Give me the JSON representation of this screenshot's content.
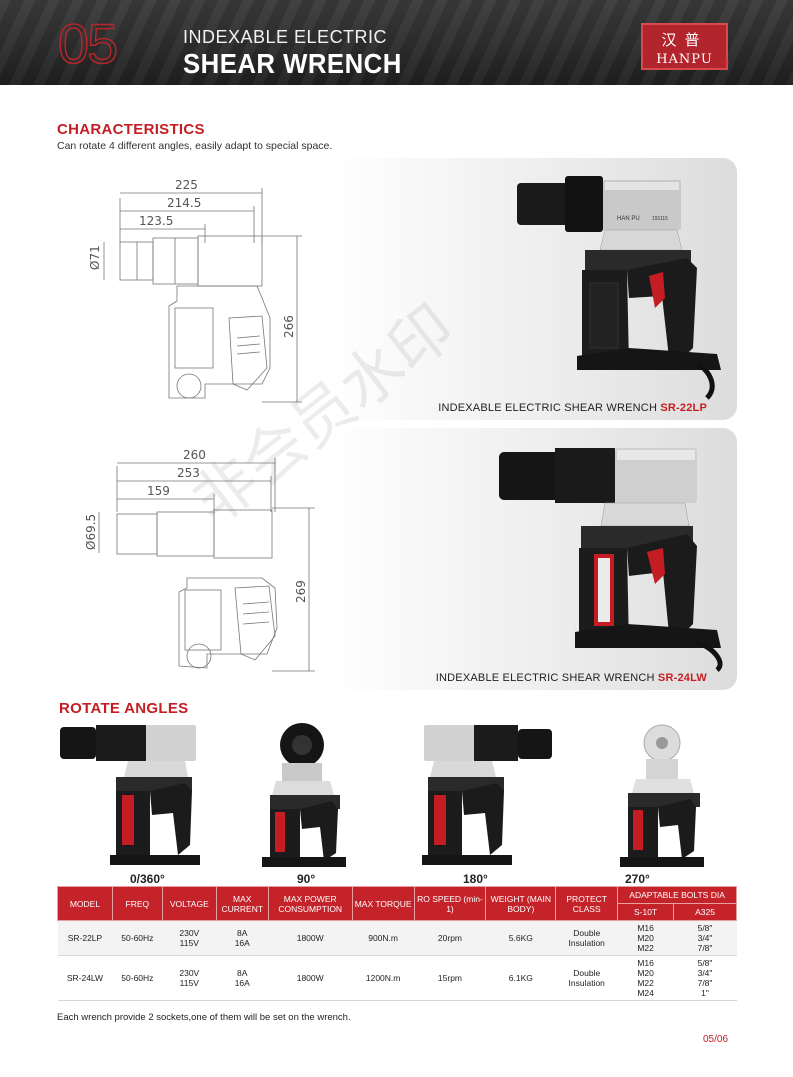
{
  "header": {
    "page_number": "05",
    "title_line1": "INDEXABLE ELECTRIC",
    "title_line2": "SHEAR WRENCH",
    "logo_cn": "汉普",
    "logo_en": "HANPU",
    "logo_reg": "®"
  },
  "characteristics": {
    "title": "CHARACTERISTICS",
    "description": "Can rotate 4 different angles, easily adapt to special space."
  },
  "panels": [
    {
      "dims": [
        "225",
        "214.5",
        "123.5",
        "Ø71",
        "266"
      ],
      "caption_prefix": "INDEXABLE ELECTRIC SHEAR WRENCH",
      "model": "SR-22LP",
      "tool_text": "HAN PU",
      "tool_serial": "191115"
    },
    {
      "dims": [
        "260",
        "253",
        "159",
        "Ø69.5",
        "269"
      ],
      "caption_prefix": "INDEXABLE ELECTRIC SHEAR WRENCH",
      "model": "SR-24LW"
    }
  ],
  "rotate": {
    "title": "ROTATE ANGLES",
    "angles": [
      "0/360°",
      "90°",
      "180°",
      "270°"
    ]
  },
  "table": {
    "headers": [
      "MODEL",
      "FREQ",
      "VOLTAGE",
      "MAX CURRENT",
      "MAX POWER CONSUMPTION",
      "MAX TORQUE",
      "RO SPEED (min-1)",
      "WEIGHT (MAIN BODY)",
      "PROTECT CLASS"
    ],
    "bolts_header": "ADAPTABLE BOLTS DIA",
    "bolts_sub": [
      "S-10T",
      "A325"
    ],
    "rows": [
      {
        "model": "SR-22LP",
        "freq": "50-60Hz",
        "voltage": "230V\n115V",
        "current": "8A\n16A",
        "power": "1800W",
        "torque": "900N.m",
        "speed": "20rpm",
        "weight": "5.6KG",
        "protect": "Double\nInsulation",
        "s10t": "M16\nM20\nM22",
        "a325": "5/8\"\n3/4\"\n7/8\""
      },
      {
        "model": "SR-24LW",
        "freq": "50-60Hz",
        "voltage": "230V\n115V",
        "current": "8A\n16A",
        "power": "1800W",
        "torque": "1200N.m",
        "speed": "15rpm",
        "weight": "6.1KG",
        "protect": "Double\nInsulation",
        "s10t": "M16\nM20\nM22\nM24",
        "a325": "5/8\"\n3/4\"\n7/8\"\n1\""
      }
    ]
  },
  "footnote": "Each wrench provide 2 sockets,one of them will be set on the wrench.",
  "page_footer": "05/06",
  "watermark": "非会员水印",
  "colors": {
    "accent": "#c41e24",
    "header_bg": "#2b2b2b"
  }
}
